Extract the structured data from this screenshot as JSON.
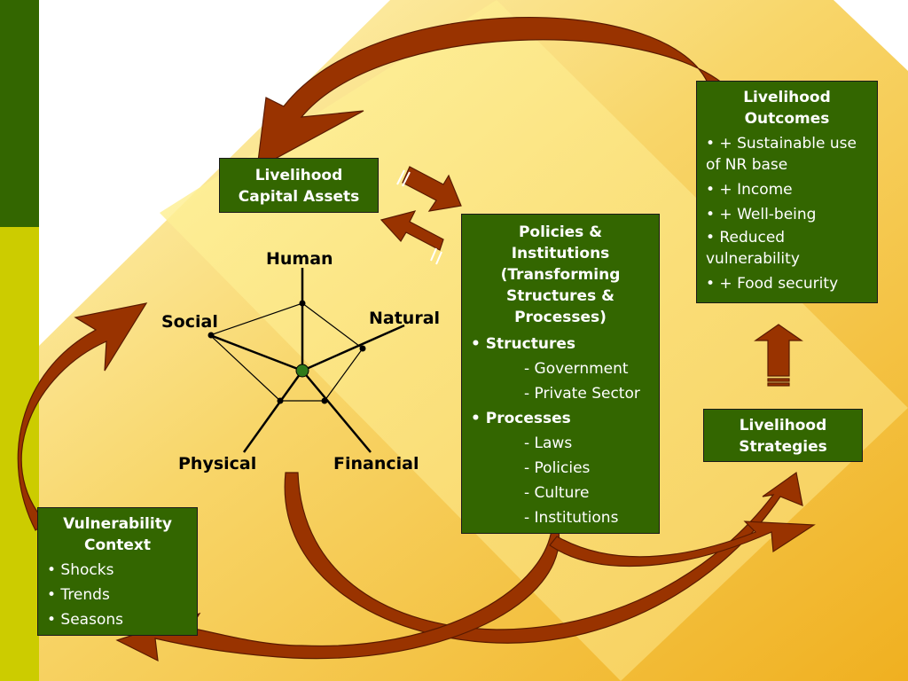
{
  "colors": {
    "box_fill": "#336600",
    "arrow_fill": "#993300",
    "left_bar_dark": "#336600",
    "left_bar_light": "#cccc00",
    "background_gold": "#f5c431"
  },
  "boxes": {
    "capital_assets": {
      "title": "Livelihood Capital Assets"
    },
    "policies": {
      "title": "Policies & Institutions (Transforming Structures & Processes)",
      "structures_label": "• Structures",
      "structures": [
        "- Government",
        "- Private Sector"
      ],
      "processes_label": "• Processes",
      "processes": [
        "- Laws",
        "- Policies",
        "- Culture",
        "- Institutions"
      ]
    },
    "outcomes": {
      "title": "Livelihood Outcomes",
      "items": [
        "• + Sustainable use of NR base",
        "• + Income",
        "• + Well-being",
        "•  Reduced vulnerability",
        "• + Food security"
      ]
    },
    "strategies": {
      "title": "Livelihood Strategies"
    },
    "vulnerability": {
      "title": "Vulnerability Context",
      "items": [
        "• Shocks",
        "• Trends",
        "• Seasons"
      ]
    }
  },
  "pentagon": {
    "labels": {
      "human": "Human",
      "natural": "Natural",
      "financial": "Financial",
      "physical": "Physical",
      "social": "Social"
    }
  },
  "icons": [
    "curved-arrow-icon",
    "block-arrow-icon",
    "up-arrow-icon"
  ]
}
